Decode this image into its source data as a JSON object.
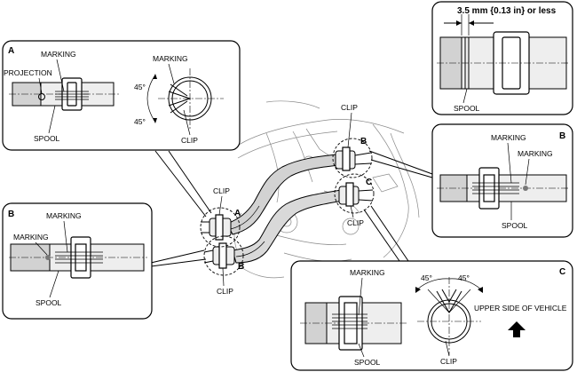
{
  "panels": {
    "a_detail": {
      "key": "A",
      "projection": "PROJECTION",
      "marking_left": "MARKING",
      "spool": "SPOOL",
      "marking_right": "MARKING",
      "angle_top": "45°",
      "angle_bottom": "45°",
      "clip": "CLIP"
    },
    "top_right": {
      "dimension": "3.5 mm {0.13 in} or less",
      "spool": "SPOOL"
    },
    "b_right": {
      "key": "B",
      "marking_top": "MARKING",
      "marking_side": "MARKING",
      "spool": "SPOOL"
    },
    "b_left": {
      "key": "B",
      "marking_top": "MARKING",
      "marking_side": "MARKING",
      "spool": "SPOOL"
    },
    "c_detail": {
      "key": "C",
      "marking": "MARKING",
      "angle_left": "45°",
      "angle_right": "45°",
      "upper_side": "UPPER SIDE OF VEHICLE",
      "spool": "SPOOL",
      "clip": "CLIP"
    }
  },
  "main": {
    "clip_upper": "CLIP",
    "key_b_upper": "B",
    "key_c": "C",
    "clip_mid": "CLIP",
    "clip_lower": "CLIP",
    "key_a": "A",
    "key_b_lower": "B",
    "clip_bottom": "CLIP"
  }
}
